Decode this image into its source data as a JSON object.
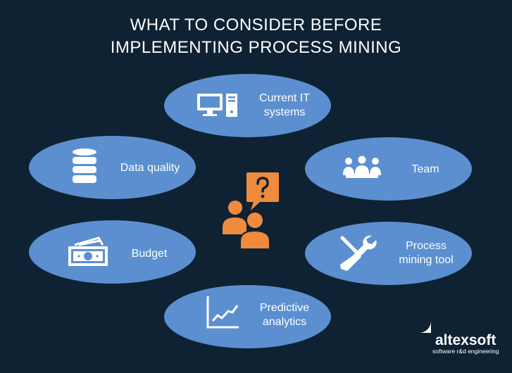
{
  "title": {
    "line1": "WHAT TO CONSIDER BEFORE",
    "line2": "IMPLEMENTING PROCESS MINING"
  },
  "items": {
    "current_it": {
      "line1": "Current IT",
      "line2": "systems",
      "icon": "computer-icon"
    },
    "data_quality": {
      "label": "Data quality",
      "icon": "database-icon"
    },
    "team": {
      "label": "Team",
      "icon": "team-icon"
    },
    "budget": {
      "label": "Budget",
      "icon": "money-icon"
    },
    "tool": {
      "line1": "Process",
      "line2": "mining tool",
      "icon": "tools-icon"
    },
    "analytics": {
      "line1": "Predictive",
      "line2": "analytics",
      "icon": "chart-icon"
    }
  },
  "center_icon": "people-question-icon",
  "brand": {
    "name": "altexsoft",
    "tagline": "software r&d engineering"
  },
  "colors": {
    "background": "#0f2233",
    "ellipse": "#5b8fd0",
    "accent": "#f08a3c",
    "icon": "#ffffff"
  }
}
